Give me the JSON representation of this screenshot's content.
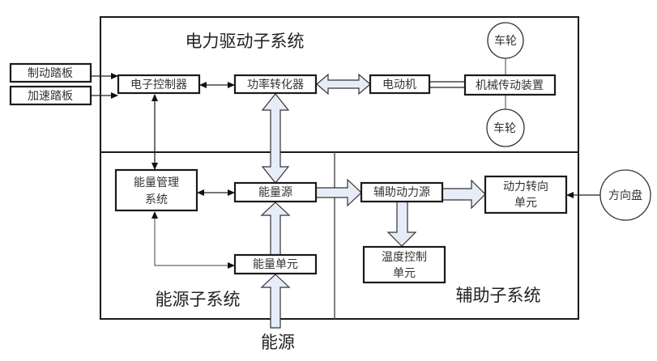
{
  "diagram": {
    "subsystems": {
      "drive": "电力驱动子系统",
      "energy": "能源子系统",
      "auxiliary": "辅助子系统"
    },
    "inputs": {
      "brake_pedal": "制动踏板",
      "accel_pedal": "加速踏板",
      "energy_input": "能源",
      "steering_wheel": "方向盘"
    },
    "blocks": {
      "electronic_controller": "电子控制器",
      "power_converter": "功率转化器",
      "motor": "电动机",
      "mechanical_transmission": "机械传动装置",
      "wheel_top": "车轮",
      "wheel_bottom": "车轮",
      "energy_mgmt_line1": "能量管理",
      "energy_mgmt_line2": "系统",
      "energy_source": "能量源",
      "energy_unit": "能量单元",
      "aux_power_source": "辅助动力源",
      "power_steering_line1": "动力转向",
      "power_steering_line2": "单元",
      "temp_control_line1": "温度控制",
      "temp_control_line2": "单元"
    },
    "colors": {
      "power_flow_fill": "#e6edf8",
      "stroke": "#1a1a1a"
    }
  }
}
